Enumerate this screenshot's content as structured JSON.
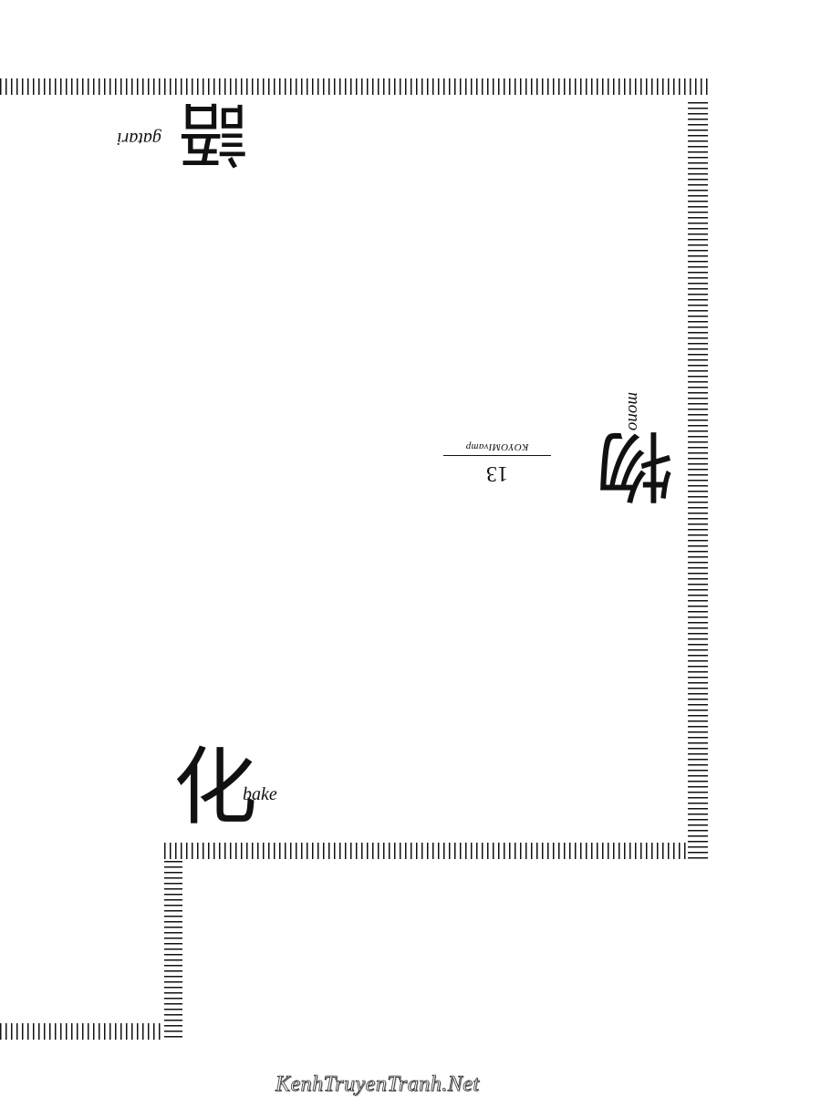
{
  "page": {
    "title_kanji_top": "語",
    "title_roman_top": "gatari",
    "title_kanji_mid": "物",
    "title_roman_mid": "mono",
    "title_kanji_bottom": "化",
    "title_roman_bottom": "bake",
    "volume_number": "13",
    "series_label": "KOYOMIvamp",
    "watermark": "KenhTruyenTranh.Net"
  },
  "colors": {
    "background": "#ffffff",
    "ink": "#111111"
  }
}
